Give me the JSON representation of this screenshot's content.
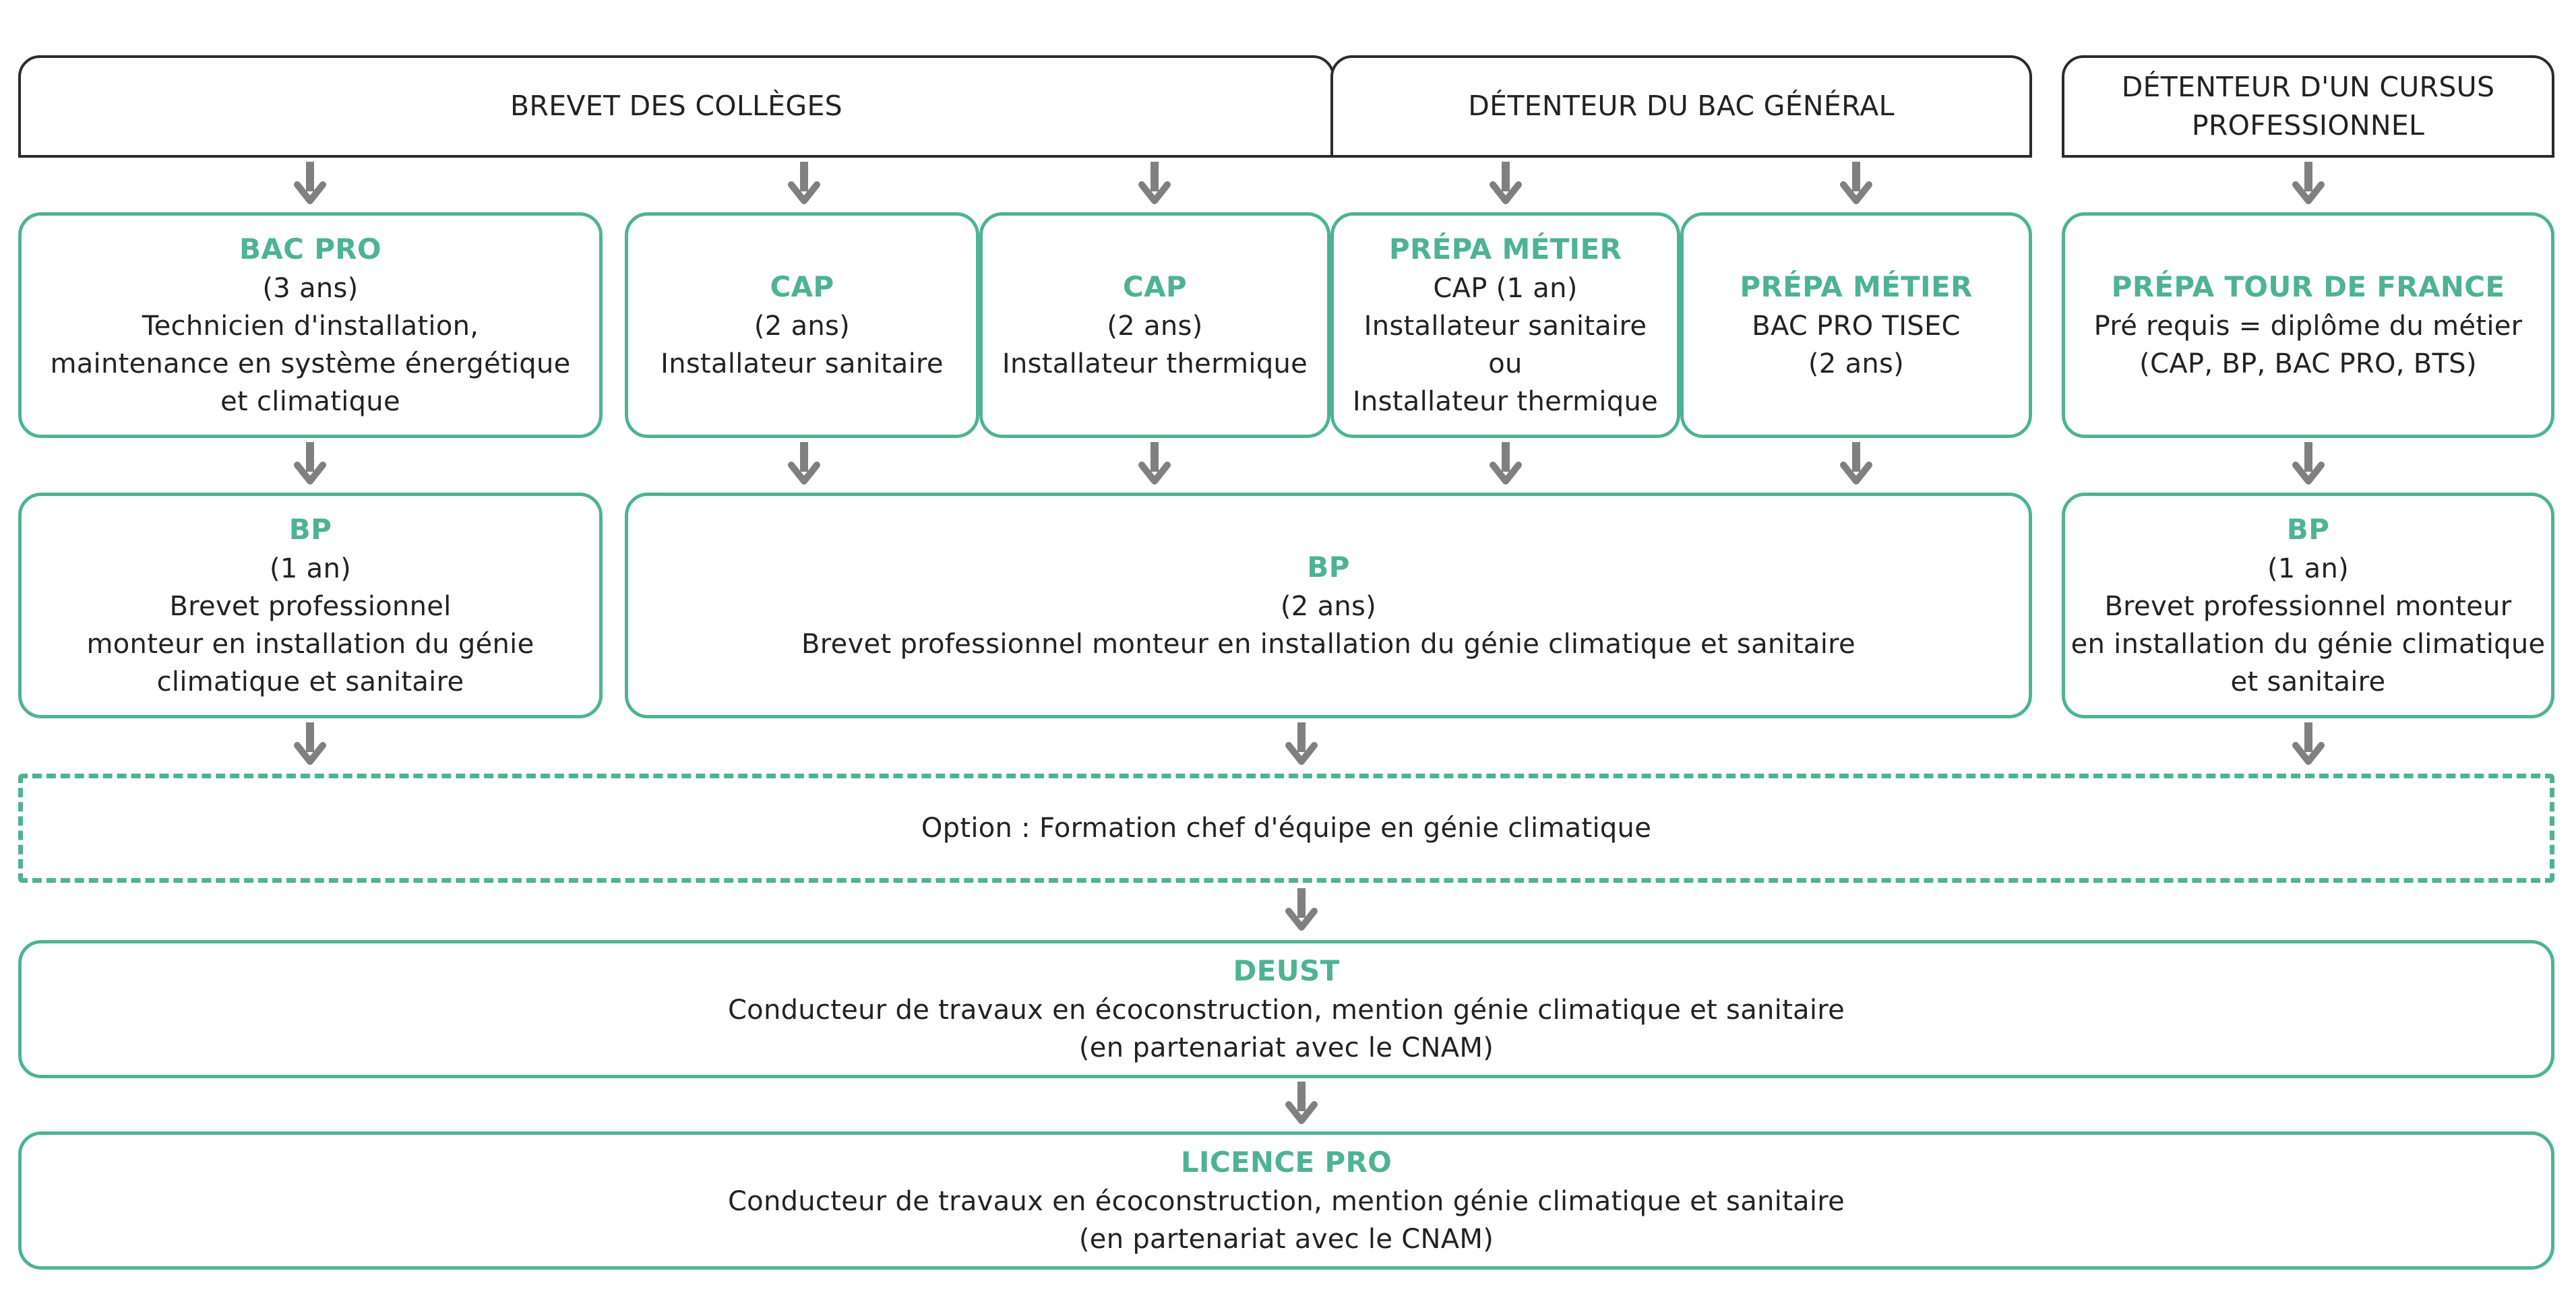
{
  "headers": {
    "brevet": "BREVET DES COLLÈGES",
    "bac_general": "DÉTENTEUR DU BAC GÉNÉRAL",
    "cursus_pro": [
      "DÉTENTEUR D'UN CURSUS",
      "PROFESSIONNEL"
    ]
  },
  "row1": {
    "bac_pro": {
      "title": "BAC PRO",
      "lines": [
        "(3 ans)",
        "Technicien d'installation,",
        "maintenance en système énergétique",
        "et climatique"
      ]
    },
    "cap_sanitaire": {
      "title": "CAP",
      "lines": [
        "(2 ans)",
        "Installateur sanitaire"
      ]
    },
    "cap_thermique": {
      "title": "CAP",
      "lines": [
        "(2 ans)",
        "Installateur thermique"
      ]
    },
    "prepa_cap": {
      "title": "PRÉPA MÉTIER",
      "lines": [
        "CAP (1 an)",
        "Installateur sanitaire",
        "ou",
        "Installateur thermique"
      ]
    },
    "prepa_bac": {
      "title": "PRÉPA MÉTIER",
      "lines": [
        "BAC PRO TISEC",
        "(2 ans)"
      ]
    },
    "prepa_tour": {
      "title": "PRÉPA TOUR DE FRANCE",
      "lines": [
        "Pré requis = diplôme du métier",
        "(CAP, BP, BAC PRO, BTS)"
      ]
    }
  },
  "row2": {
    "bp_left": {
      "title": "BP",
      "lines": [
        "(1 an)",
        "Brevet professionnel",
        "monteur en installation du génie",
        "climatique et sanitaire"
      ]
    },
    "bp_center": {
      "title": "BP",
      "lines": [
        "(2 ans)",
        "Brevet professionnel monteur en installation du génie climatique et sanitaire"
      ]
    },
    "bp_right": {
      "title": "BP",
      "lines": [
        "(1 an)",
        "Brevet professionnel monteur",
        "en installation du génie climatique",
        "et sanitaire"
      ]
    }
  },
  "option": {
    "label": "Option : Formation chef d'équipe en génie climatique"
  },
  "deust": {
    "title": "DEUST",
    "lines": [
      "Conducteur de travaux en écoconstruction, mention génie climatique et sanitaire",
      "(en partenariat avec le CNAM)"
    ]
  },
  "licence": {
    "title": "LICENCE PRO",
    "lines": [
      "Conducteur de travaux en écoconstruction, mention génie climatique et sanitaire",
      "(en partenariat avec le CNAM)"
    ]
  },
  "colors": {
    "accent": "#4db394",
    "arrow": "#808080",
    "header_border": "#2b2b2b"
  }
}
